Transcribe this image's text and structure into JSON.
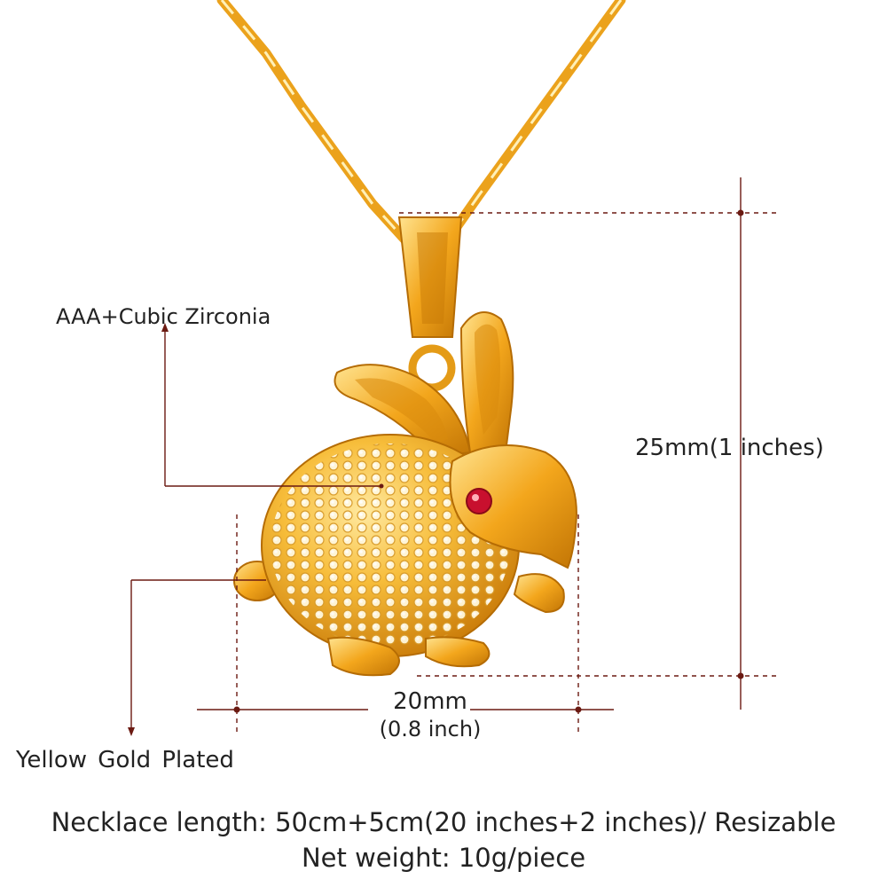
{
  "product": {
    "callout_stone": "AAA+Cubic Zirconia",
    "callout_plating": "Yellow  Gold  Plated",
    "height_label": "25mm(1 inches)",
    "width_label": "20mm",
    "width_sub_label": "(0.8 inch)",
    "necklace_length": "Necklace length: 50cm+5cm(20 inches+2 inches)/ Resizable",
    "net_weight": "Net weight: 10g/piece"
  },
  "colors": {
    "gold": "#f2a91a",
    "gold_light": "#ffd873",
    "gold_dark": "#c77a06",
    "dimension_line": "#6b1a12",
    "eye": "#c8102e"
  }
}
